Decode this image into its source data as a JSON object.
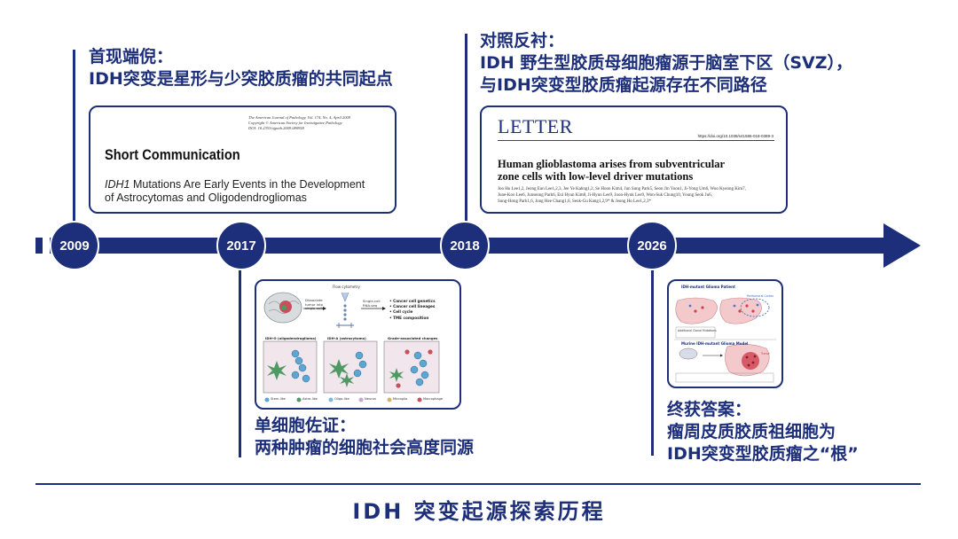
{
  "timeline": {
    "years": [
      "2009",
      "2017",
      "2018",
      "2026"
    ]
  },
  "milestones": {
    "m2009": {
      "heading": "首现端倪：",
      "line": "IDH突变是星形与少突胶质瘤的共同起点"
    },
    "m2018": {
      "heading": "对照反衬：",
      "line1": "IDH 野生型胶质母细胞瘤源于脑室下区（SVZ），",
      "line2": "与IDH突变型胶质瘤起源存在不同路径"
    },
    "m2017": {
      "heading": "单细胞佐证：",
      "line": "两种肿瘤的细胞社会高度同源"
    },
    "m2026": {
      "heading": "终获答案：",
      "line1": "瘤周皮质胶质祖细胞为",
      "line2": "IDH突变型胶质瘤之“根”"
    }
  },
  "paper2009": {
    "journal_line1": "The American Journal of Pathology, Vol. 174, No. 4, April 2009",
    "journal_line2": "Copyright © American Society for Investigative Pathology",
    "journal_line3": "DOI: 10.2353/ajpath.2009.080958",
    "section": "Short Communication",
    "title_gene": "IDH1",
    "title_rest": " Mutations Are Early Events in the Development",
    "title_line2": "of Astrocytomas and Oligodendrogliomas"
  },
  "paper2018": {
    "label": "LETTER",
    "doi": "https://doi.org/10.1038/s41586-018-0389-3",
    "title_line1": "Human glioblastoma arises from subventricular",
    "title_line2": "zone cells with low-level driver mutations",
    "authors_line1": "Joo Ho Lee1,2, Jeong Eun Lee1,2,3, Jee Ye Kahng1,2, Se Hoon Kim4, Jun Sung Park5, Seon Jin Yoon1, Ji-Yong Um6, Woo Kyeong Kim7,",
    "authors_line2": "June-Koo Lee6, Junseong Park6, Eui Hyun Kim8, Ji-Hyun Lee9, Joon-Hyuk Lee9, Won-Suk Chung10, Young Seok Ju6,",
    "authors_line3": "Sung-Hong Park1,6, Jong Hee Chang1,6, Seok-Gu Kang1,2,9* & Jeong Ho Lee1,2,3*"
  },
  "figure2017": {
    "flow_cytometry": "Flow cytometry",
    "dissociate": "Dissociate tumor into single cells",
    "singlecell": "Single-cell RNA-seq",
    "bullets": [
      "Cancer cell genetics",
      "Cancer cell lineages",
      "Cell cycle",
      "TME composition"
    ],
    "panel1": "IDH-O (oligodendroglioma)",
    "panel2": "IDH-A (astrocytoma)",
    "panel3": "Grade-associated changes",
    "legend": [
      "Stem-like",
      "Astro-like",
      "Oligo-like",
      "Neuron",
      "Microglia",
      "Macrophage"
    ]
  },
  "figure2026": {
    "title1": "IDH-mutant Glioma Patient",
    "title2": "Murine IDH-mutant Glioma Model",
    "label_a": "Peritumoral Cortex",
    "label_b": "Additional Clonal Mutations",
    "label_c": "Tumor"
  },
  "footer": {
    "title": "IDH 突变起源探索历程"
  },
  "colors": {
    "navy": "#1d2f7a",
    "accent": "#3a4f9c"
  }
}
